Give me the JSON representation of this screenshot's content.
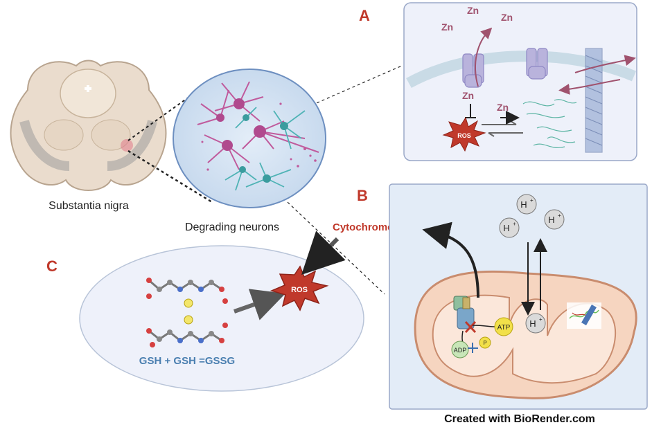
{
  "panels": {
    "a": {
      "letter": "A"
    },
    "b": {
      "letter": "B"
    },
    "c": {
      "letter": "C"
    }
  },
  "labels": {
    "substantia_nigra": "Substantia nigra",
    "degrading_neurons": "Degrading neurons",
    "cytochrome_c": "Cytochrome C",
    "gsh_equation": "GSH + GSH =GSSG",
    "footer": "Created with BioRender.com"
  },
  "panel_a": {
    "zn_1": "Zn",
    "zn_2": "Zn",
    "zn_3": "Zn",
    "zn_4": "Zn",
    "zn_5": "Zn",
    "ros": "ROS"
  },
  "panel_b": {
    "proton": "H",
    "proton_sup": "+",
    "atp": "ATP",
    "adp": "ADP",
    "p": "P"
  },
  "panel_c": {
    "ros": "ROS"
  },
  "colors": {
    "panel_letter": "#c0392b",
    "cytochrome": "#c0392b",
    "gsh_text": "#4a7fb0",
    "ros_fill": "#c0392b",
    "panel_bg": "#eef1fa",
    "panel_border": "#9aa8c8",
    "mito_outer": "#f6d5c0",
    "mito_stroke": "#c98c6e",
    "neuron_pink": "#c05a9c",
    "neuron_teal": "#4fb3b5"
  }
}
